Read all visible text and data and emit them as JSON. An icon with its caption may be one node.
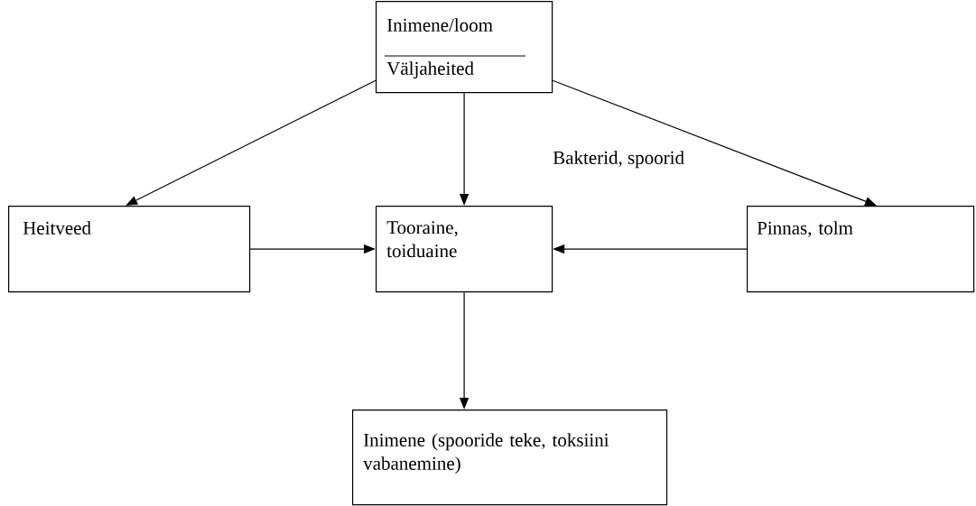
{
  "diagram": {
    "nodes": [
      {
        "text": [
          "Inimene/loom",
          "Väljaheited"
        ]
      },
      {
        "text": [
          "Heitveed"
        ]
      },
      {
        "text": [
          "Tooraine, toiduaine"
        ]
      },
      {
        "text": [
          "Pinnas, tolm"
        ]
      },
      {
        "text": [
          "Inimene (spooride teke, toksiini vabanemine)"
        ]
      }
    ],
    "edges": [
      {
        "from": 0,
        "to": 1,
        "arrow": "to"
      },
      {
        "from": 0,
        "to": 2,
        "arrow": "to"
      },
      {
        "from": 0,
        "to": 3,
        "arrow": "to"
      },
      {
        "from": 1,
        "to": 2,
        "arrow": "to"
      },
      {
        "from": 3,
        "to": 2,
        "arrow": "to"
      },
      {
        "from": 2,
        "to": 4,
        "arrow": "to"
      }
    ],
    "labels": [
      "Bakterid, spoorid"
    ]
  }
}
